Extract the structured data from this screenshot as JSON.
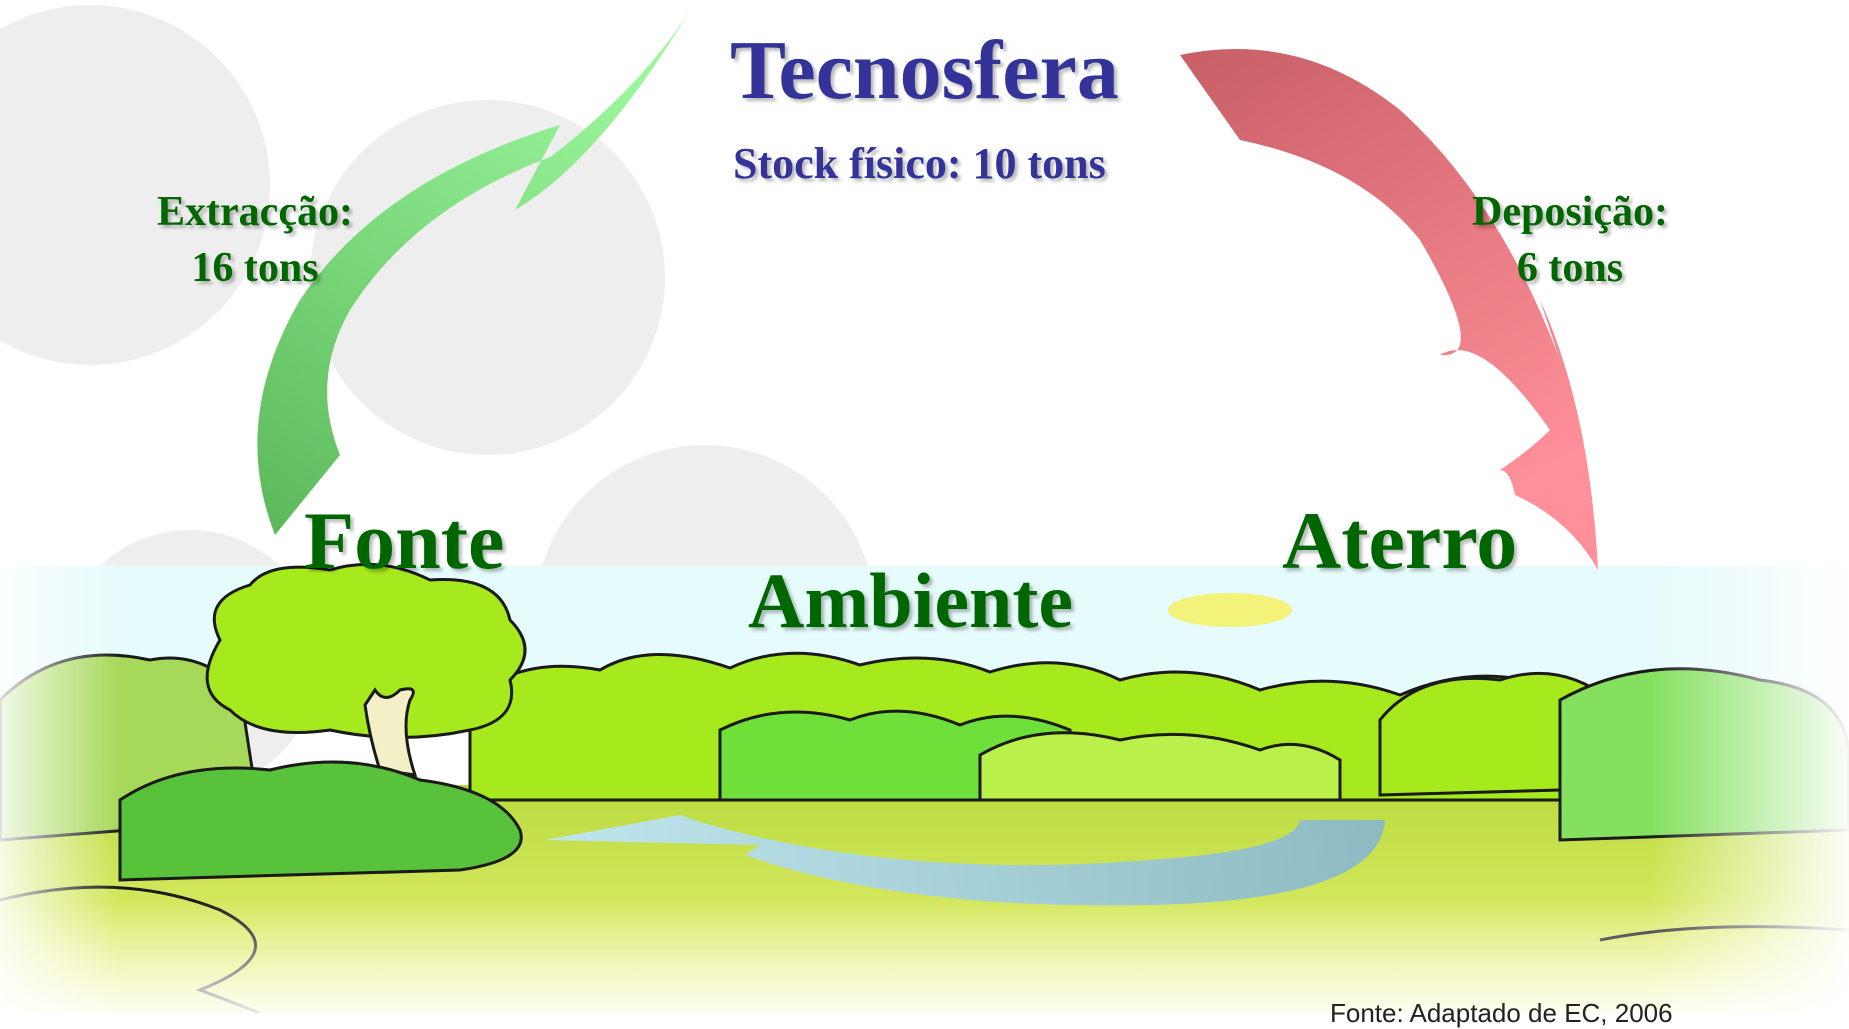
{
  "title": "Tecnosfera",
  "subtitle": "Stock físico: 10 tons",
  "flows": {
    "extraction": {
      "label": "Extracção:",
      "value": "16 tons",
      "color": "#6fd36f"
    },
    "deposition": {
      "label": "Deposição:",
      "value": "6 tons",
      "color": "#e0707a"
    }
  },
  "nodes": {
    "source": "Fonte",
    "sink": "Aterro",
    "environment": "Ambiente"
  },
  "source_note": "Fonte: Adaptado de EC, 2006",
  "colors": {
    "title": "#333399",
    "labels": "#006600",
    "sky": "#e6fbfb",
    "sun": "#f3f27a",
    "trees": "#9be31b",
    "grass": "#c7e23a",
    "cycle_arrow": "#a5d3ea"
  }
}
